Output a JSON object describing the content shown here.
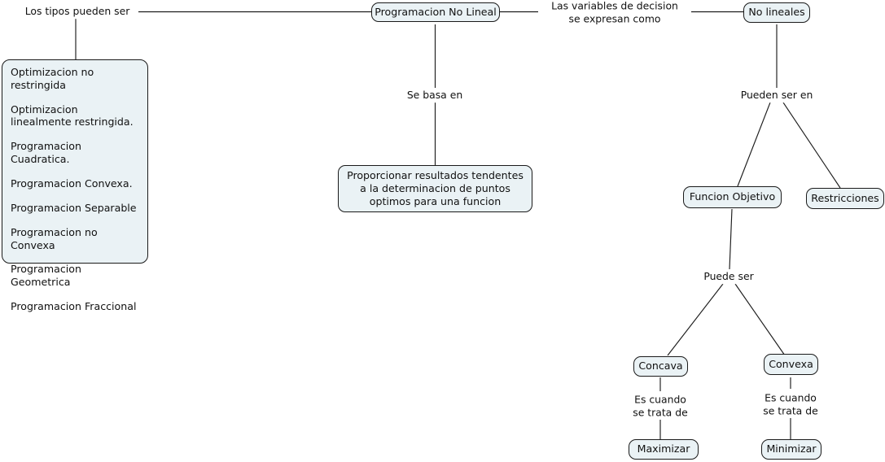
{
  "diagram": {
    "title": "Programacion No Lineal",
    "type": "concept-map",
    "colors": {
      "node_fill": "#eaf2f5",
      "node_border": "#1a1a1a",
      "edge": "#1c1c1c",
      "text": "#111111",
      "background": "#ffffff"
    }
  },
  "nodes": {
    "root": "Programacion No Lineal",
    "basis": "Proporcionar resultados tendentes a la determinacion de puntos optimos para una funcion",
    "no_lineales": "No lineales",
    "funcion_objetivo": "Funcion Objetivo",
    "restricciones": "Restricciones",
    "concava": "Concava",
    "convexa": "Convexa",
    "maximizar": "Maximizar",
    "minimizar": "Minimizar"
  },
  "types_list": {
    "items": [
      "Optimizacion no restringida",
      "Optimizacion linealmente restringida.",
      "Programacion Cuadratica.",
      "Programacion Convexa.",
      "Programacion Separable",
      "Programacion no Convexa",
      "Programacion Geometrica",
      "Programacion Fraccional"
    ]
  },
  "edge_labels": {
    "los_tipos": "Los tipos pueden ser",
    "se_basa_en": "Se basa en",
    "variables_decision_l1": "Las variables de decision",
    "variables_decision_l2": "se expresan como",
    "pueden_ser_en": "Pueden ser en",
    "puede_ser": "Puede ser",
    "es_cuando_izq_l1": "Es cuando",
    "es_cuando_izq_l2": "se trata de",
    "es_cuando_der_l1": "Es cuando",
    "es_cuando_der_l2": "se trata de"
  }
}
